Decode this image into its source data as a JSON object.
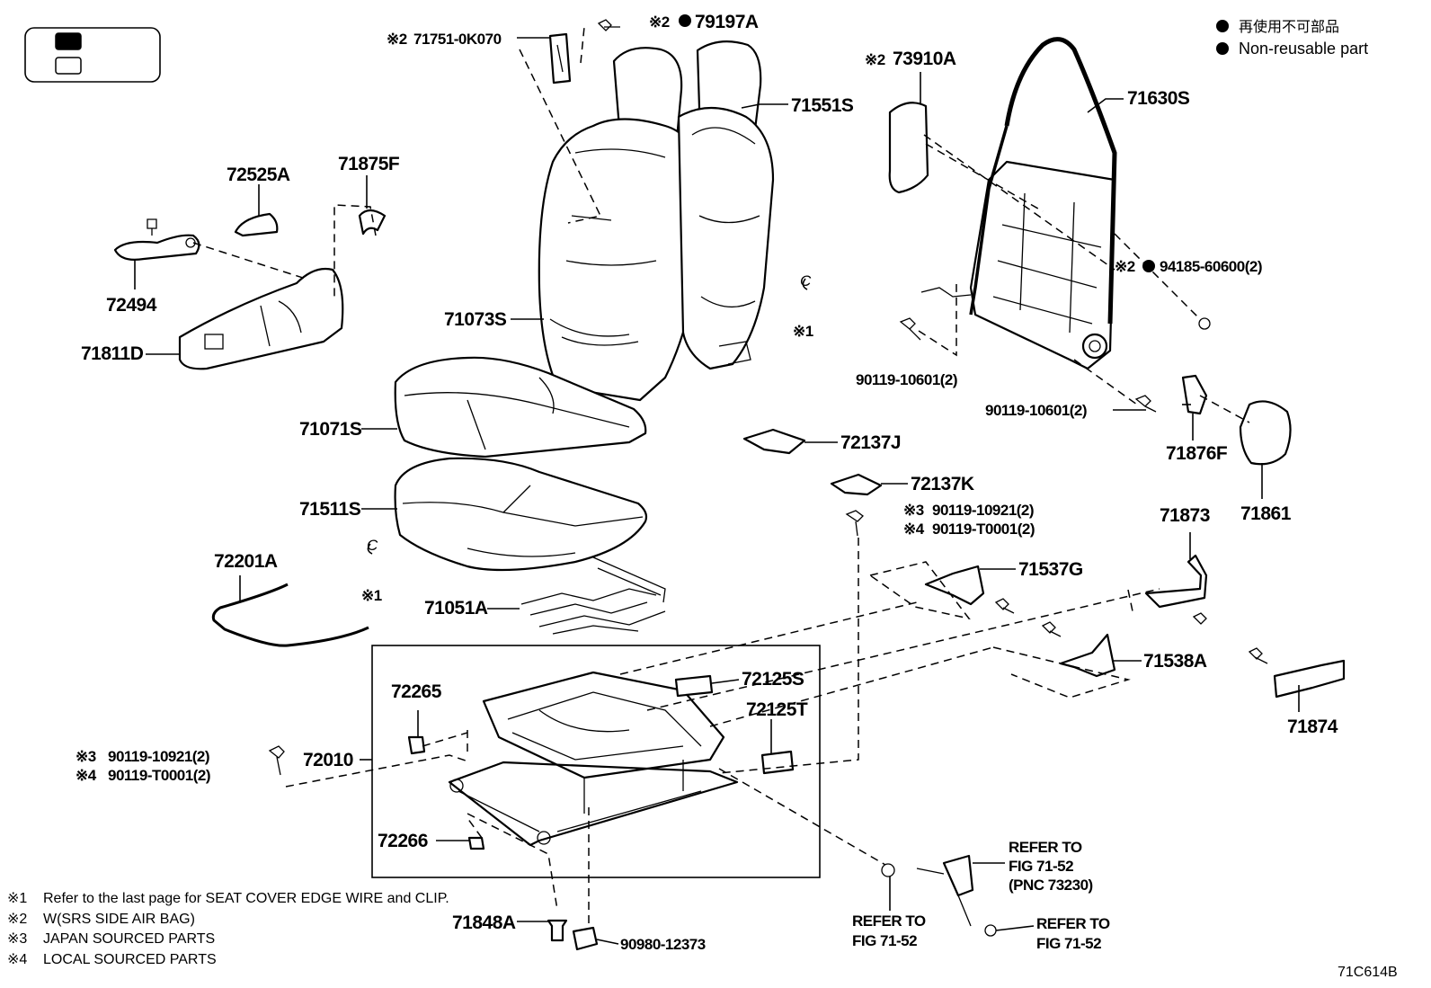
{
  "legend_box": {
    "filled_label": "",
    "empty_label": ""
  },
  "legend": {
    "jp": "再使用不可部品",
    "en": "Non-reusable part"
  },
  "parts": {
    "p71751": "71751-0K070",
    "p79197A": "79197A",
    "p71551S": "71551S",
    "p73910A": "73910A",
    "p71630S": "71630S",
    "p72525A": "72525A",
    "p71875F": "71875F",
    "p72494": "72494",
    "p71811D": "71811D",
    "p71073S": "71073S",
    "p94185": "94185-60600(2)",
    "p90119_a": "90119-10601(2)",
    "p90119_b": "90119-10601(2)",
    "p71071S": "71071S",
    "p72137J": "72137J",
    "p71876F": "71876F",
    "p71861": "71861",
    "p72137K": "72137K",
    "p90119_10921_r": "90119-10921(2)",
    "p90119_T0001_r": "90119-T0001(2)",
    "p71511S": "71511S",
    "p71873": "71873",
    "p72201A": "72201A",
    "p71537G": "71537G",
    "p71051A": "71051A",
    "p71538A": "71538A",
    "p72125S": "72125S",
    "p72265": "72265",
    "p72125T": "72125T",
    "p71874": "71874",
    "p72010": "72010",
    "p90119_10921_l": "90119-10921(2)",
    "p90119_T0001_l": "90119-T0001(2)",
    "p72266": "72266",
    "p71848A": "71848A",
    "p90980": "90980-12373"
  },
  "marks": {
    "m1": "※1",
    "m2": "※2",
    "m3": "※3",
    "m4": "※4",
    "c": "C"
  },
  "refer": {
    "r1_line1": "REFER TO",
    "r1_line2": "FIG 71-52",
    "r1_line3": "(PNC 73230)",
    "r2_line1": "REFER TO",
    "r2_line2": "FIG 71-52",
    "r3_line1": "REFER TO",
    "r3_line2": "FIG 71-52"
  },
  "footnotes": [
    {
      "mark": "※1",
      "text": "Refer to the last page for SEAT COVER EDGE WIRE and CLIP."
    },
    {
      "mark": "※2",
      "text": "W(SRS SIDE AIR BAG)"
    },
    {
      "mark": "※3",
      "text": "JAPAN SOURCED PARTS"
    },
    {
      "mark": "※4",
      "text": "LOCAL SOURCED PARTS"
    }
  ],
  "figure_id": "71C614B"
}
